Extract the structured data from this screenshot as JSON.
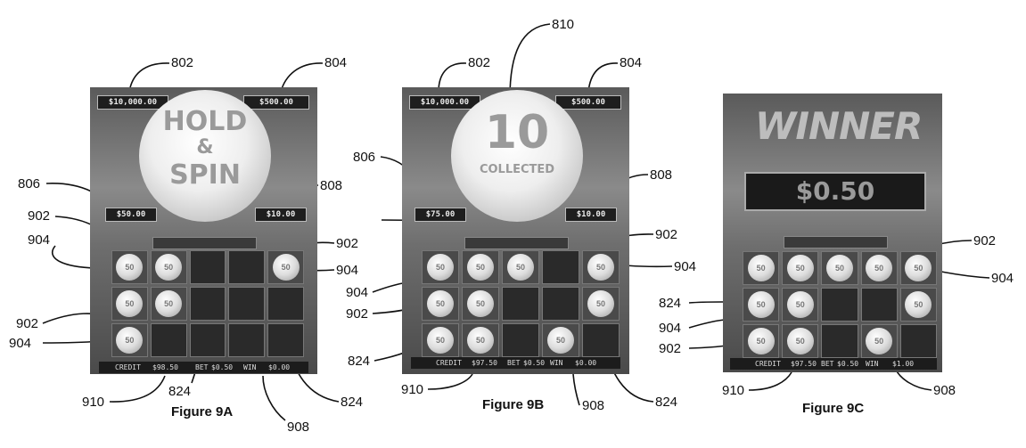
{
  "figures": [
    {
      "caption": "Figure 9A",
      "bubble_lines": [
        "HOLD",
        "&",
        "SPIN"
      ],
      "jackpots": [
        "$10,000.00",
        "$500.00",
        "$50.00",
        "$10.00"
      ],
      "meter": {
        "credit_label": "CREDIT",
        "credit": "$98.50",
        "bet_label": "BET",
        "bet": "$0.50",
        "win_label": "WIN",
        "win": "$0.00"
      },
      "coin_value": "50",
      "coins": [
        [
          1,
          1,
          0,
          0,
          1
        ],
        [
          1,
          1,
          0,
          0,
          0
        ],
        [
          1,
          0,
          0,
          0,
          0
        ]
      ]
    },
    {
      "caption": "Figure 9B",
      "bubble_number": "10",
      "bubble_word": "COLLECTED",
      "jackpots": [
        "$10,000.00",
        "$500.00",
        "$75.00",
        "$10.00"
      ],
      "meter": {
        "credit_label": "CREDIT",
        "credit": "$97.50",
        "bet_label": "BET",
        "bet": "$0.50",
        "win_label": "WIN",
        "win": "$0.00"
      },
      "coin_value": "50",
      "coins": [
        [
          1,
          1,
          1,
          0,
          1
        ],
        [
          1,
          1,
          0,
          0,
          1
        ],
        [
          1,
          1,
          0,
          1,
          0
        ]
      ]
    },
    {
      "caption": "Figure 9C",
      "title": "WINNER",
      "amount": "$0.50",
      "meter": {
        "credit_label": "CREDIT",
        "credit": "$97.50",
        "bet_label": "BET",
        "bet": "$0.50",
        "win_label": "WIN",
        "win": "$1.00"
      },
      "coin_value": "50",
      "coins": [
        [
          1,
          1,
          1,
          1,
          1
        ],
        [
          1,
          1,
          0,
          0,
          1
        ],
        [
          1,
          1,
          0,
          1,
          0
        ]
      ]
    }
  ],
  "ref_labels": {
    "a_802": "802",
    "a_804": "804",
    "a_806": "806",
    "a_808": "808",
    "a_902_top": "902",
    "a_904_top": "904",
    "a_902_right": "902",
    "a_904_right": "904",
    "a_902_bottom": "902",
    "a_904_bottom": "904",
    "a_910": "910",
    "a_824_mid": "824",
    "a_908": "908",
    "a_824_right": "824",
    "b_802": "802",
    "b_804": "804",
    "b_810": "810",
    "b_806": "806",
    "b_808": "808",
    "b_902_right": "902",
    "b_904_right": "904",
    "b_904_left": "904",
    "b_902_left": "902",
    "b_824_left": "824",
    "b_910": "910",
    "b_908": "908",
    "b_824_right": "824",
    "c_902_right": "902",
    "c_904_right": "904",
    "c_824": "824",
    "c_904_left": "904",
    "c_902_left": "902",
    "c_910": "910",
    "c_908": "908"
  }
}
